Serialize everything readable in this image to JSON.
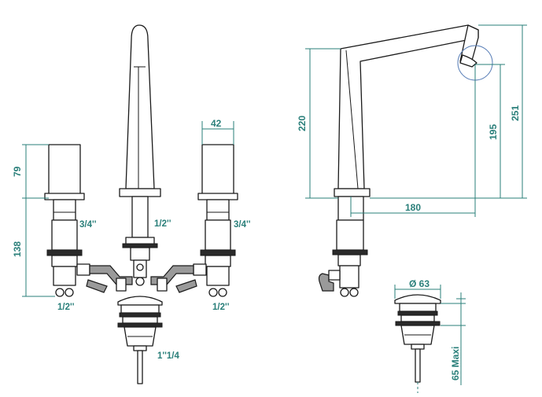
{
  "labels": {
    "dim_42": "42",
    "dim_79": "79",
    "dim_138": "138",
    "dim_220": "220",
    "dim_195": "195",
    "dim_251": "251",
    "dim_180": "180",
    "dim_63": "Ø 63",
    "dim_65": "65 Maxi",
    "thread_left_top": "3/4''",
    "thread_center": "1/2''",
    "thread_right_top": "3/4''",
    "thread_left_bottom": "1/2''",
    "thread_right_bottom": "1/2''",
    "thread_waste": "1''1/4"
  },
  "colors": {
    "dimension": "#2a7f7a",
    "outline": "#1a1a1a",
    "fill_grey": "#9a9a9a",
    "spout_circle": "#5b80b8"
  }
}
